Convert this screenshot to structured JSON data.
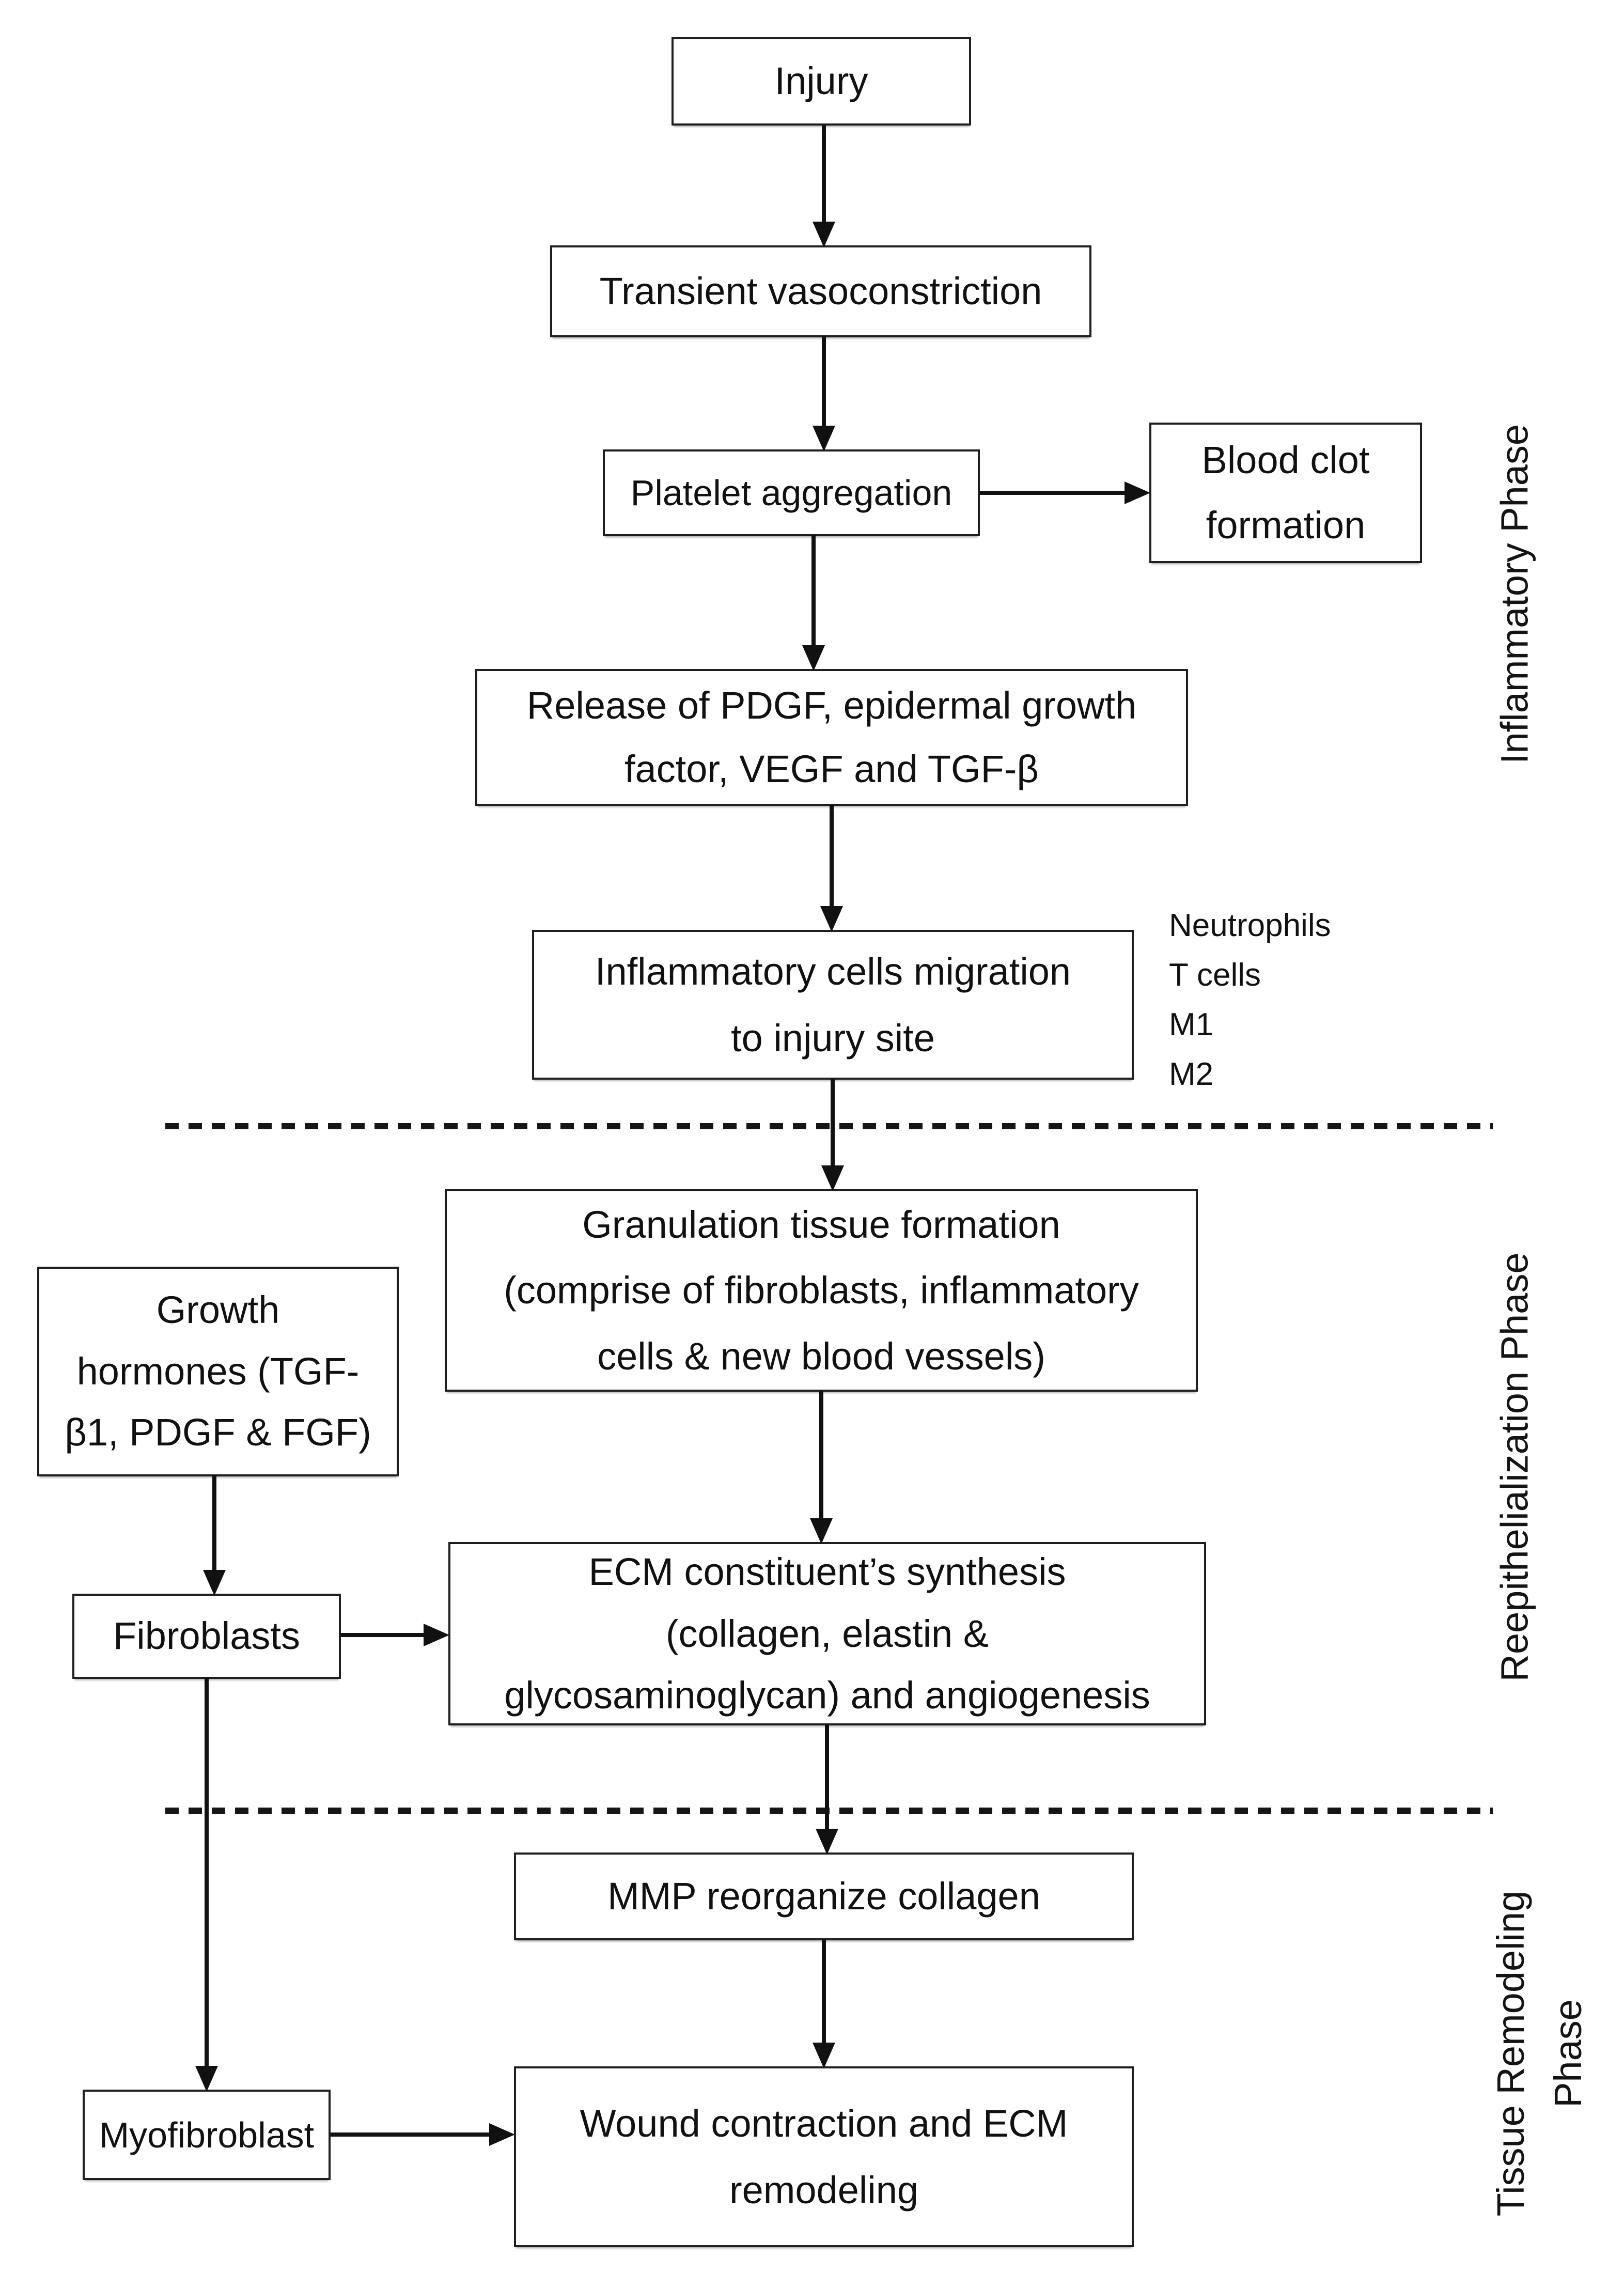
{
  "colors": {
    "background": "#ffffff",
    "box_border": "#1f1f1f",
    "text": "#111111",
    "line": "#111111"
  },
  "nodes": {
    "injury": {
      "label": "Injury"
    },
    "transient_vasoconstriction": {
      "label": "Transient vasoconstriction"
    },
    "platelet_aggregation": {
      "label": "Platelet aggregation"
    },
    "blood_clot": {
      "lines": [
        "Blood clot",
        "formation"
      ]
    },
    "release_growth_factors": {
      "lines": [
        "Release of PDGF, epidermal growth",
        "factor, VEGF and TGF-β"
      ]
    },
    "inflammatory_cells_migration": {
      "lines": [
        "Inflammatory cells migration",
        "to injury site"
      ]
    },
    "granulation_tissue": {
      "lines": [
        "Granulation tissue formation",
        "(comprise of fibroblasts, inflammatory",
        "cells & new blood vessels)"
      ]
    },
    "growth_hormones": {
      "lines": [
        "Growth",
        "hormones (TGF-",
        "β1, PDGF & FGF)"
      ]
    },
    "fibroblasts": {
      "label": "Fibroblasts"
    },
    "ecm_synthesis": {
      "lines": [
        "ECM constituent’s synthesis",
        "(collagen, elastin &",
        "glycosaminoglycan) and angiogenesis"
      ]
    },
    "mmp_collagen": {
      "label": "MMP reorganize collagen"
    },
    "myofibroblast": {
      "label": "Myofibroblast"
    },
    "wound_contraction": {
      "lines": [
        "Wound contraction and ECM",
        "remodeling"
      ]
    }
  },
  "annotations": {
    "cell_types": [
      "Neutrophils",
      "T cells",
      "M1",
      "M2"
    ]
  },
  "phase_labels": {
    "inflammatory": "Inflammatory Phase",
    "reepithelialization": "Reepithelialization Phase",
    "tissue_remodeling_lines": [
      "Tissue Remodeling",
      "Phase"
    ]
  }
}
